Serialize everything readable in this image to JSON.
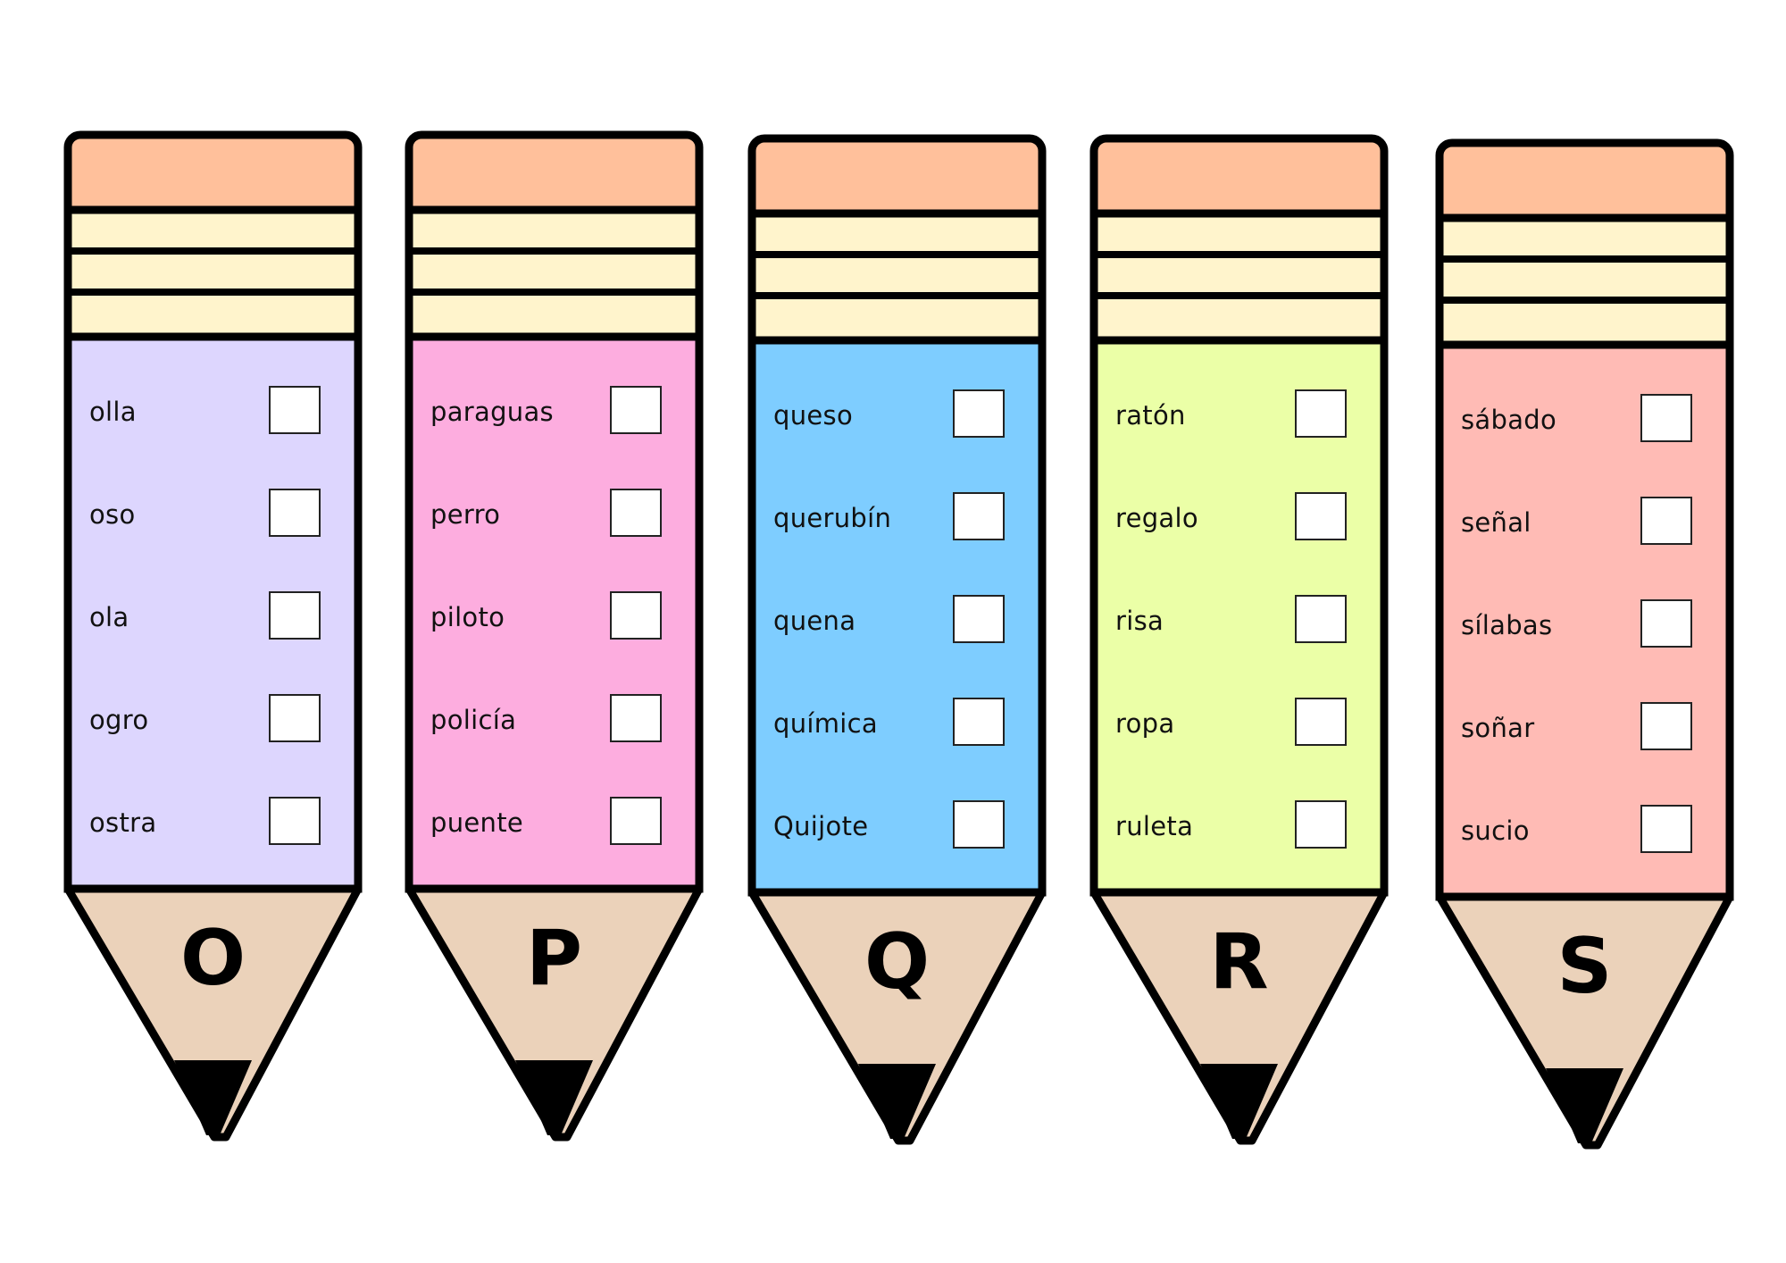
{
  "colors": {
    "outline": "#000000",
    "eraser": "#FFC09B",
    "ferrule": "#FFF4CC",
    "wood": "#EBD2BA",
    "lead": "#000000"
  },
  "pencils": [
    {
      "letter": "O",
      "body_color": "#DDD6FE",
      "words": [
        "olla",
        "oso",
        "ola",
        "ogro",
        "ostra"
      ]
    },
    {
      "letter": "P",
      "body_color": "#FDADDF",
      "words": [
        "paraguas",
        "perro",
        "piloto",
        "policía",
        "puente"
      ]
    },
    {
      "letter": "Q",
      "body_color": "#7ECDFF",
      "words": [
        "queso",
        "querubín",
        "quena",
        "química",
        "Quijote"
      ]
    },
    {
      "letter": "R",
      "body_color": "#EBFFA7",
      "words": [
        "ratón",
        "regalo",
        "risa",
        "ropa",
        "ruleta"
      ]
    },
    {
      "letter": "S",
      "body_color": "#FFBBB5",
      "words": [
        "sábado",
        "señal",
        "sílabas",
        "soñar",
        "sucio"
      ]
    }
  ]
}
